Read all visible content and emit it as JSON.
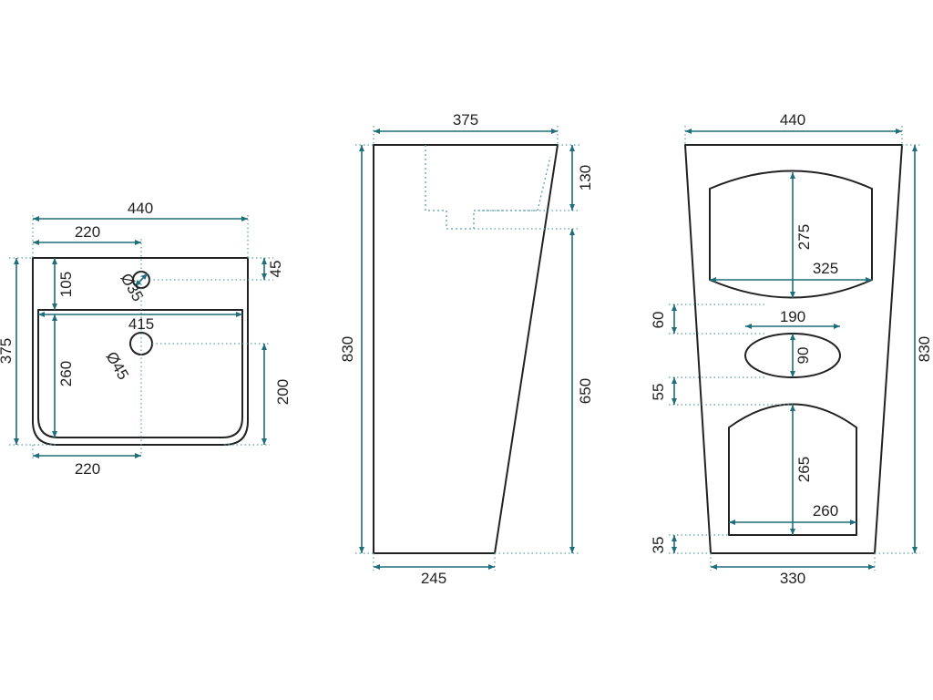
{
  "accent_color": "#1f6e7a",
  "top_view": {
    "width_total": "440",
    "width_half_top": "220",
    "back_rim": "45",
    "tap_hole_offset": "105",
    "tap_hole_diameter": "Ø35",
    "bowl_width": "415",
    "drain_diameter": "Ø45",
    "bowl_depth": "260",
    "depth_total": "375",
    "drain_offset": "200",
    "width_half_bottom": "220"
  },
  "side_view": {
    "top_width": "375",
    "basin_height": "130",
    "total_height": "830",
    "pedestal_height": "650",
    "base_width": "245"
  },
  "front_view": {
    "top_width": "440",
    "upper_opening_height": "275",
    "upper_opening_width": "325",
    "gap_upper": "60",
    "oval_width": "190",
    "oval_height": "90",
    "gap_lower": "55",
    "lower_opening_height": "265",
    "lower_opening_width": "260",
    "bottom_margin": "35",
    "base_width": "330",
    "total_height": "830"
  }
}
